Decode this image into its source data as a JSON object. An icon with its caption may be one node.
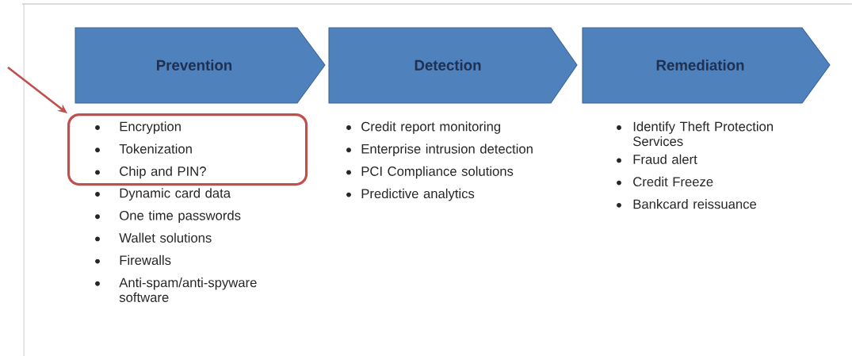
{
  "diagram": {
    "nodes": [
      {
        "text": [
          "Prevention"
        ]
      },
      {
        "text": [
          "Detection"
        ]
      },
      {
        "text": [
          "Remediation"
        ]
      },
      {
        "text": [
          "Encryption",
          "Tokenization",
          "Chip and PIN?"
        ]
      }
    ],
    "edges": [
      {
        "from": null,
        "to": 3,
        "arrow": "to",
        "color": "#c0504d"
      }
    ],
    "labels": [
      "Dynamic card data",
      "One time passwords",
      "Wallet solutions",
      "Firewalls",
      "Anti-spam/anti-spyware software",
      "Credit report monitoring",
      "Enterprise intrusion detection",
      "PCI Compliance solutions",
      "Predictive analytics",
      "Identify Theft Protection Services",
      "Fraud alert",
      "Credit Freeze",
      "Bankcard reissuance"
    ]
  }
}
